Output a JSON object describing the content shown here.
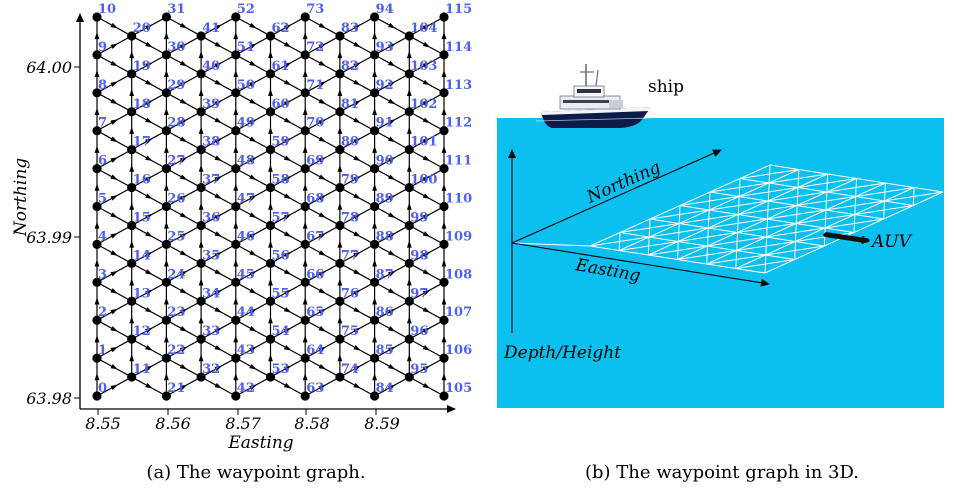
{
  "panel_a": {
    "caption": "(a) The waypoint graph.",
    "xlabel": "Easting",
    "ylabel": "Northing",
    "x_ticks": [
      "8.55",
      "8.56",
      "8.57",
      "8.58",
      "8.59"
    ],
    "y_ticks": [
      "63.98",
      "63.99",
      "64.00"
    ],
    "node_count": 116,
    "columns": 11,
    "nodes_per_column": [
      11,
      10,
      11,
      10,
      11,
      10,
      11,
      10,
      11,
      10,
      11
    ]
  },
  "panel_b": {
    "caption": "(b) The waypoint graph in 3D.",
    "ship_label": "ship",
    "northing_label": "Northing",
    "easting_label": "Easting",
    "depth_label": "Depth/Height",
    "auv_label": "AUV"
  },
  "colors": {
    "node_label": "#4f5ff0",
    "water": "#0bbfef",
    "graph_edges": "#000000",
    "grid3d": "#ffffff"
  }
}
